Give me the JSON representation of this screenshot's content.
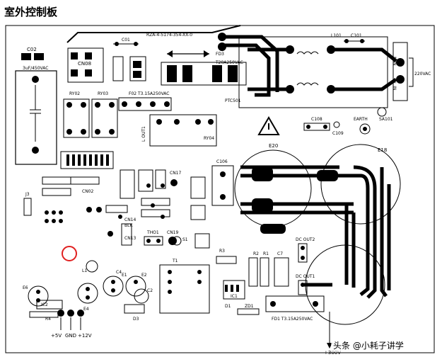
{
  "title": "室外控制板",
  "watermark": "头条 @小耗子讲学",
  "labels": {
    "part_no": "RZA-4-5174-354-XX-0",
    "c02": "C02",
    "c02_rating": "3uF/450VAC",
    "cn08": "CN08",
    "c01": "C01",
    "ry02": "RY02",
    "ry03": "RY03",
    "f02": "F02 T3.15A250VAC",
    "l_out1": "L OUT1",
    "ry04": "RY04",
    "fd3": "FD3",
    "fuse_main": "T20A250VAC",
    "ptc": "PTC501",
    "l101": "L101",
    "c101": "C101",
    "ac_in": "220VAC",
    "l_in": "L IN",
    "n_in": "N IN",
    "c108": "C108",
    "c109": "C109",
    "earth": "EARTH",
    "sa101": "SA101",
    "e20": "E20",
    "e18": "E18",
    "c106": "C106",
    "cn17": "CN17",
    "cn19": "CN19",
    "tho1": "THO1",
    "cn02": "CN02",
    "j3": "J3",
    "t1": "T1",
    "ic1": "IC1",
    "ic2": "IC2",
    "d3": "D3",
    "l1": "L1",
    "e1": "E1",
    "e2": "E2",
    "e4": "E4",
    "e6": "E6",
    "c2": "C2",
    "c4": "C4",
    "c7": "C7",
    "r1": "R1",
    "r2": "R2",
    "r3": "R3",
    "r4": "R4",
    "zd1": "ZD1",
    "d1": "D1",
    "fd1": "FD1 T3.15A250VAC",
    "dc_out": "DC OUT2",
    "dc_out1": "DC OUT1",
    "p5v": "+5V",
    "gnd": "GND",
    "p12v": "+12V",
    "p300v": "+300V",
    "s1": "S1",
    "blk": "BLK",
    "cn13": "CN13",
    "cn14": "CN14"
  }
}
